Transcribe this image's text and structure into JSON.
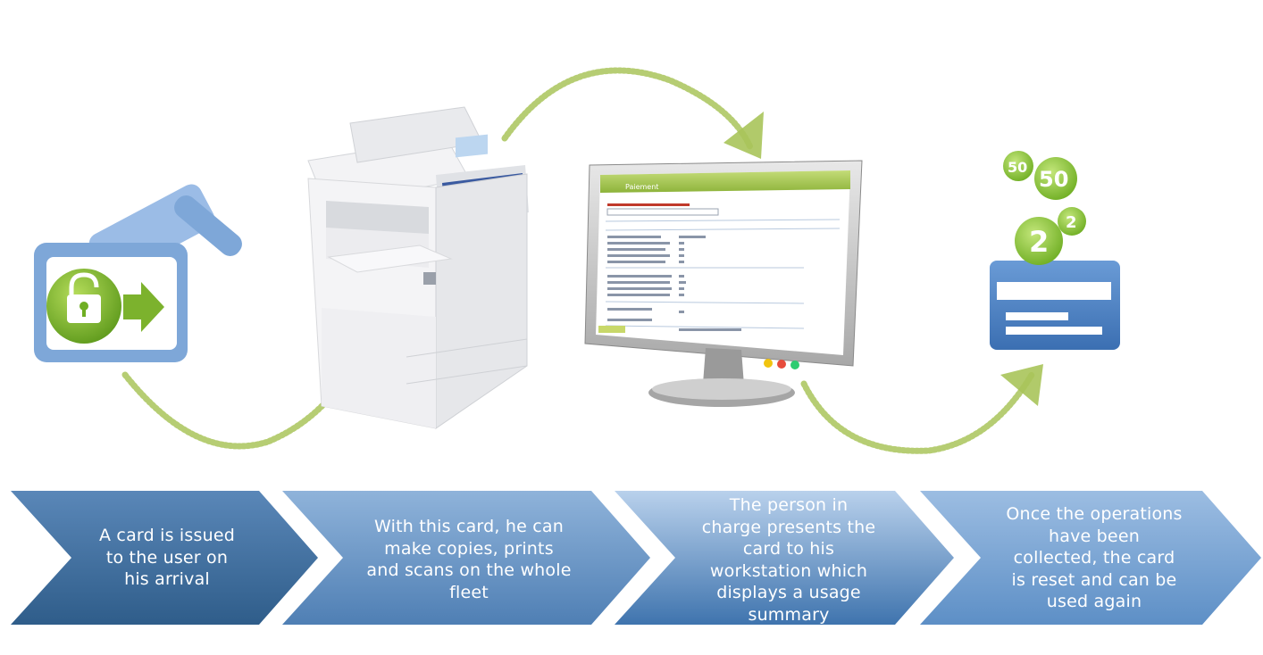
{
  "steps": [
    {
      "lines": [
        "A card is issued",
        "to the user on",
        "his arrival"
      ]
    },
    {
      "lines": [
        "With this card, he can",
        "make copies, prints",
        "and scans on the whole",
        "fleet"
      ]
    },
    {
      "lines": [
        "The person in",
        "charge presents the",
        "card to his",
        "workstation which",
        "displays a usage",
        "summary"
      ]
    },
    {
      "lines": [
        "Once the operations",
        "have been",
        "collected, the card",
        "is reset and can be",
        "used again"
      ]
    }
  ],
  "coins": [
    "50",
    "50",
    "2",
    "2"
  ],
  "icons": [
    "card-unlock-icon",
    "printer-icon",
    "monitor-icon",
    "card-coins-icon"
  ],
  "colors": {
    "arrow_dark": "#2f5d8a",
    "arrow_light": "#6f9bcc",
    "curve_green": "#a9c45a",
    "icon_blue": "#7ea7d8",
    "lock_green": "#7cb22d",
    "coin_green": "#8cc63f"
  }
}
